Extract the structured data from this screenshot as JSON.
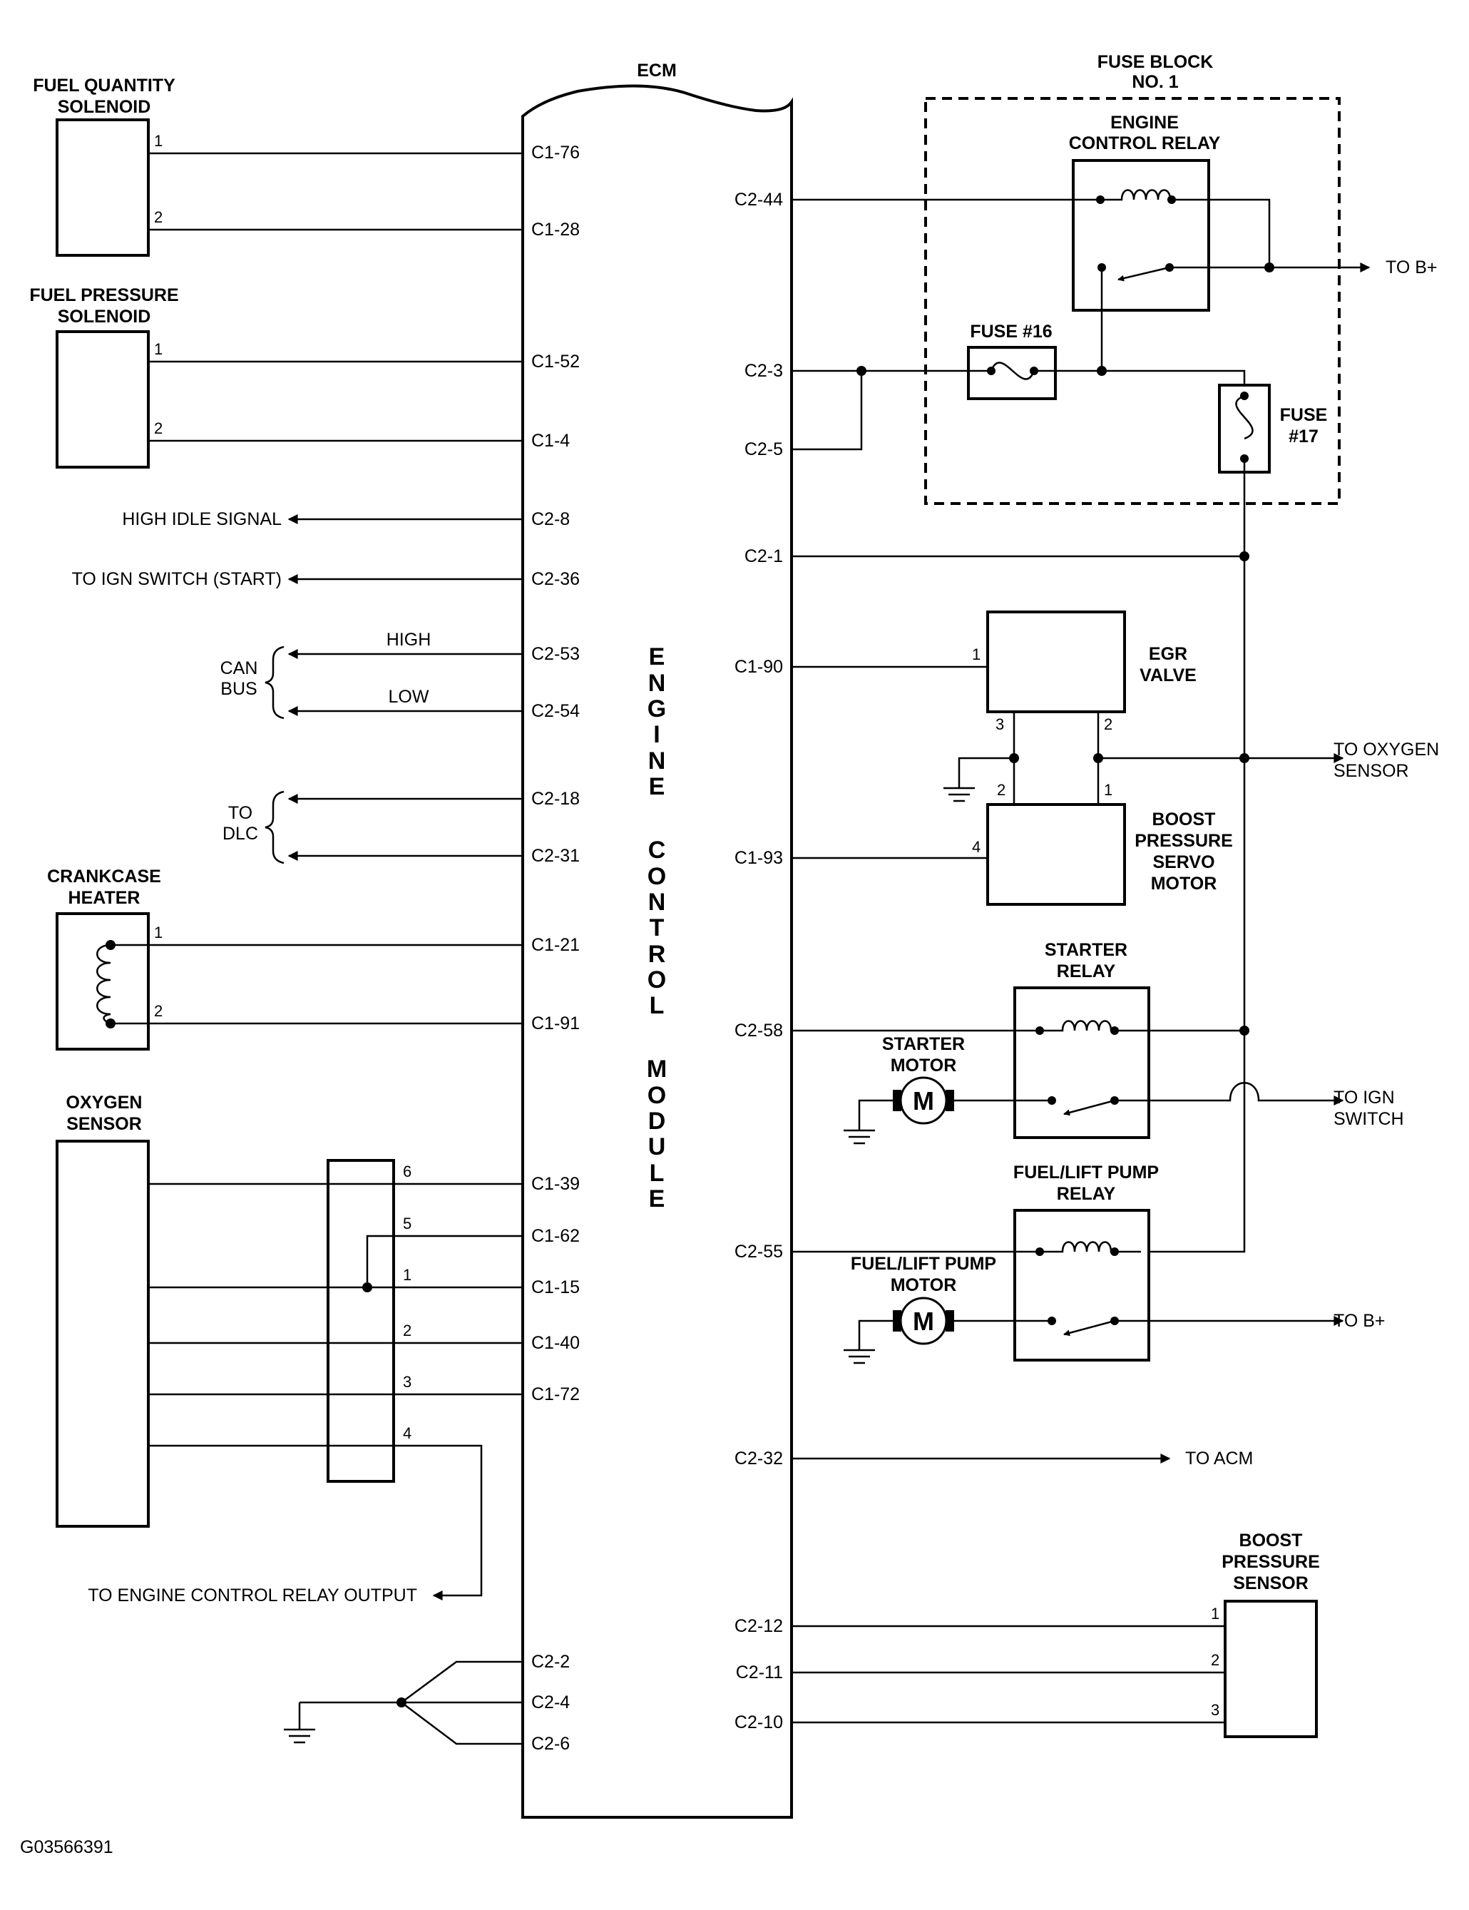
{
  "ecm": {
    "title": "ECM",
    "vertical_text": [
      "E",
      "N",
      "G",
      "I",
      "N",
      "E",
      "",
      "C",
      "O",
      "N",
      "T",
      "R",
      "O",
      "L",
      "",
      "M",
      "O",
      "D",
      "U",
      "L",
      "E"
    ]
  },
  "figure_id": "G03566391",
  "left_components": {
    "fuel_quantity_solenoid": [
      "FUEL QUANTITY",
      "SOLENOID"
    ],
    "fuel_pressure_solenoid": [
      "FUEL PRESSURE",
      "SOLENOID"
    ],
    "crankcase_heater": [
      "CRANKCASE",
      "HEATER"
    ],
    "oxygen_sensor": [
      "OXYGEN",
      "SENSOR"
    ]
  },
  "left_labels": {
    "high_idle": "HIGH IDLE SIGNAL",
    "ign_switch_start": "TO IGN SWITCH (START)",
    "can_bus": [
      "CAN",
      "BUS"
    ],
    "high": "HIGH",
    "low": "LOW",
    "to_dlc": [
      "TO",
      "DLC"
    ],
    "to_ecr_output": "TO ENGINE CONTROL RELAY OUTPUT"
  },
  "left_pins": {
    "c1_76": "C1-76",
    "c1_28": "C1-28",
    "c1_52": "C1-52",
    "c1_4": "C1-4",
    "c2_8": "C2-8",
    "c2_36": "C2-36",
    "c2_53": "C2-53",
    "c2_54": "C2-54",
    "c2_18": "C2-18",
    "c2_31": "C2-31",
    "c1_21": "C1-21",
    "c1_91": "C1-91",
    "c1_39": "C1-39",
    "c1_62": "C1-62",
    "c1_15": "C1-15",
    "c1_40": "C1-40",
    "c1_72": "C1-72",
    "c2_2": "C2-2",
    "c2_4": "C2-4",
    "c2_6": "C2-6"
  },
  "right_pins": {
    "c2_44": "C2-44",
    "c2_3": "C2-3",
    "c2_5": "C2-5",
    "c2_1": "C2-1",
    "c1_90": "C1-90",
    "c1_93": "C1-93",
    "c2_58": "C2-58",
    "c2_55": "C2-55",
    "c2_32": "C2-32",
    "c2_12": "C2-12",
    "c2_11": "C2-11",
    "c2_10": "C2-10"
  },
  "right_components": {
    "fuse_block": [
      "FUSE BLOCK",
      "NO. 1"
    ],
    "engine_control_relay": [
      "ENGINE",
      "CONTROL RELAY"
    ],
    "fuse16": "FUSE #16",
    "fuse17": [
      "FUSE",
      "#17"
    ],
    "egr_valve": [
      "EGR",
      "VALVE"
    ],
    "boost_servo": [
      "BOOST",
      "PRESSURE",
      "SERVO",
      "MOTOR"
    ],
    "starter_relay": [
      "STARTER",
      "RELAY"
    ],
    "starter_motor": [
      "STARTER",
      "MOTOR"
    ],
    "fuel_lift_relay": [
      "FUEL/LIFT PUMP",
      "RELAY"
    ],
    "fuel_lift_motor": [
      "FUEL/LIFT PUMP",
      "MOTOR"
    ],
    "boost_sensor": [
      "BOOST",
      "PRESSURE",
      "SENSOR"
    ]
  },
  "right_labels": {
    "to_bplus_1": "TO B+",
    "to_oxygen_sensor": [
      "TO OXYGEN",
      "SENSOR"
    ],
    "to_ign_switch": [
      "TO IGN",
      "SWITCH"
    ],
    "to_bplus_2": "TO B+",
    "to_acm": "TO ACM",
    "motor_symbol": "M"
  },
  "pin_numbers": {
    "one": "1",
    "two": "2",
    "three": "3",
    "four": "4",
    "five": "5",
    "six": "6"
  }
}
